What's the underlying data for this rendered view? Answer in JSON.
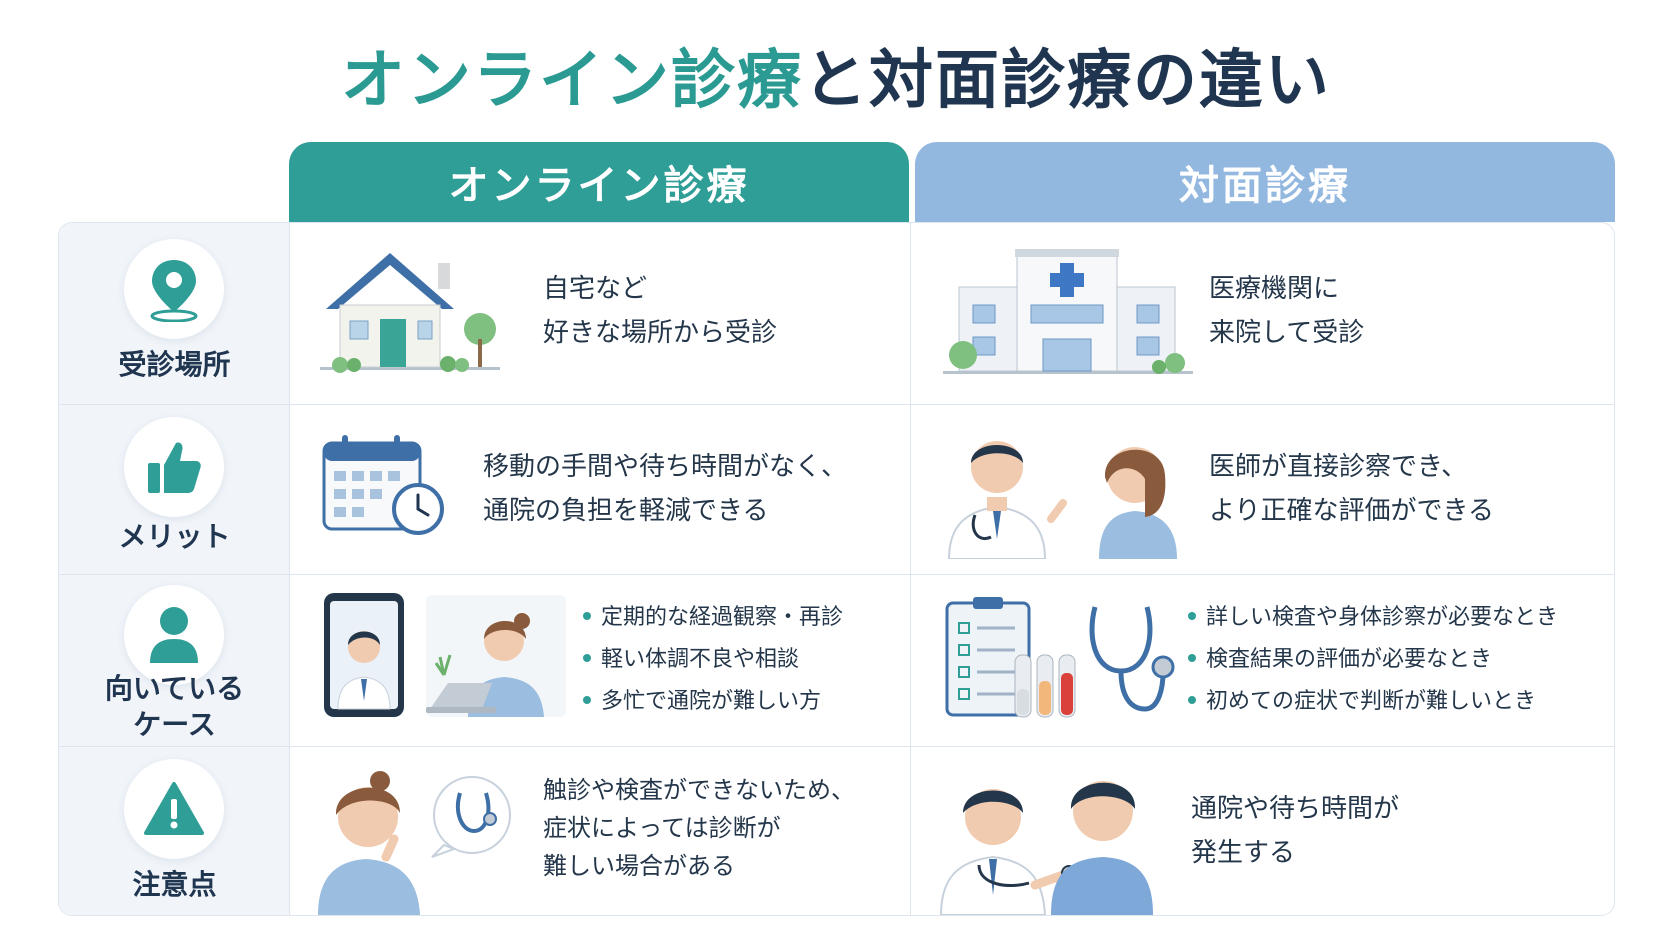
{
  "title": {
    "part1": "オンライン診療",
    "part2": "と対面診療の違い"
  },
  "columns": {
    "online": "オンライン診療",
    "in_person": "対面診療"
  },
  "rows": [
    {
      "label": [
        "受診場所"
      ],
      "icon": "location-pin-icon",
      "online": [
        "自宅など",
        "好きな場所から受診"
      ],
      "in_person": [
        "医療機関に",
        "来院して受診"
      ]
    },
    {
      "label": [
        "メリット"
      ],
      "icon": "thumbs-up-icon",
      "online": [
        "移動の手間や待ち時間がなく、",
        "通院の負担を軽減できる"
      ],
      "in_person": [
        "医師が直接診察でき、",
        "より正確な評価ができる"
      ]
    },
    {
      "label": [
        "向いている",
        "ケース"
      ],
      "icon": "person-icon",
      "online": [
        "定期的な経過観察・再診",
        "軽い体調不良や相談",
        "多忙で通院が難しい方"
      ],
      "in_person": [
        "詳しい検査や身体診察が必要なとき",
        "検査結果の評価が必要なとき",
        "初めての症状で判断が難しいとき"
      ]
    },
    {
      "label": [
        "注意点"
      ],
      "icon": "warning-icon",
      "online": [
        "触診や検査ができないため、",
        "症状によっては診断が",
        "難しい場合がある"
      ],
      "in_person": [
        "通院や待ち時間が",
        "発生する"
      ]
    }
  ],
  "colors": {
    "teal": "#2e9e96",
    "blue": "#93b8e0",
    "navy": "#1f3550"
  }
}
